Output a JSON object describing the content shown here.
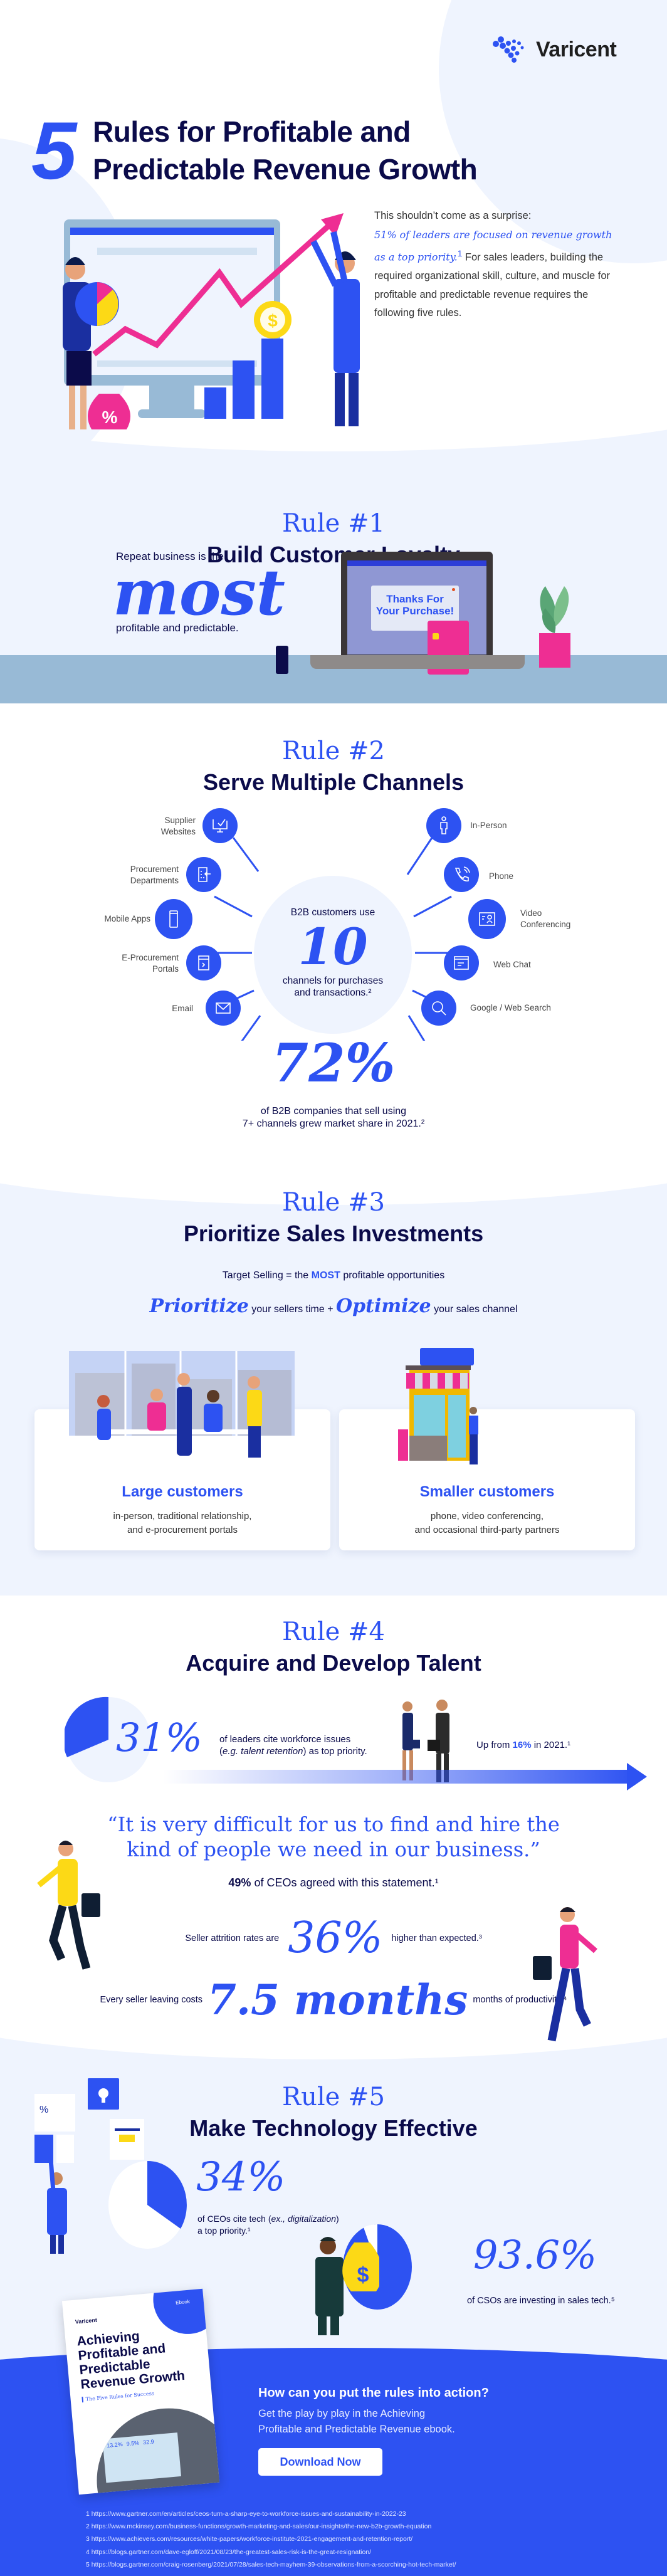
{
  "brand": {
    "name": "Varicent",
    "accent": "#2d52f2",
    "navy": "#0b0b4a",
    "pink": "#ee2e93",
    "yellow": "#fcd916"
  },
  "hero": {
    "number": "5",
    "title_line1": "Rules for Profitable and",
    "title_line2": "Predictable Revenue Growth",
    "intro_plain": "This shouldn’t come as a surprise:",
    "intro_emphasis": "51% of leaders are focused on revenue growth as a top priority.",
    "intro_sup": "1",
    "intro_rest": " For sales leaders, building the required organizational skill, culture, and muscle for profitable and predictable revenue requires the following five rules.",
    "illustration": {
      "pie_label": "",
      "coin_symbol": "$",
      "bag_symbol": "%"
    }
  },
  "rule1": {
    "number": "Rule #1",
    "title": "Build Customer Loyalty",
    "lead": "Repeat business is the",
    "highlight": "most",
    "tail": "profitable and predictable.",
    "screen_popup_line1": "Thanks For",
    "screen_popup_line2": "Your Purchase!"
  },
  "rule2": {
    "number": "Rule #2",
    "title": "Serve Multiple Channels",
    "center_top": "B2B customers use",
    "center_number": "10",
    "center_bottom_line1": "channels for purchases",
    "center_bottom_line2": "and transactions.²",
    "channels_left": [
      {
        "label_line1": "Supplier",
        "label_line2": "Websites",
        "icon": "monitor-check-icon"
      },
      {
        "label_line1": "Procurement",
        "label_line2": "Departments",
        "icon": "building-arrow-icon"
      },
      {
        "label_line1": "Mobile Apps",
        "label_line2": "",
        "icon": "smartphone-icon"
      },
      {
        "label_line1": "E-Procurement",
        "label_line2": "Portals",
        "icon": "portal-window-icon"
      },
      {
        "label_line1": "Email",
        "label_line2": "",
        "icon": "envelope-icon"
      }
    ],
    "channels_right": [
      {
        "label_line1": "In-Person",
        "label_line2": "",
        "icon": "person-icon"
      },
      {
        "label_line1": "Phone",
        "label_line2": "",
        "icon": "phone-icon"
      },
      {
        "label_line1": "Video",
        "label_line2": "Conferencing",
        "icon": "video-card-icon"
      },
      {
        "label_line1": "Web Chat",
        "label_line2": "",
        "icon": "chat-window-icon"
      },
      {
        "label_line1": "Google / Web Search",
        "label_line2": "",
        "icon": "magnifier-icon"
      }
    ],
    "stat_value": "72%",
    "stat_line1": "of B2B companies that sell using",
    "stat_line2": "7+ channels grew market share in 2021.²"
  },
  "rule3": {
    "number": "Rule #3",
    "title": "Prioritize Sales Investments",
    "equation_pre": "Target Selling = the ",
    "equation_bold": "MOST",
    "equation_post": " profitable opportunities",
    "word1": "Prioritize",
    "phrase1": "your sellers time +",
    "word2": "Optimize",
    "phrase2": "your sales channel",
    "cards": [
      {
        "title": "Large customers",
        "line1": "in-person, traditional relationship,",
        "line2": "and e-procurement portals"
      },
      {
        "title": "Smaller customers",
        "line1": "phone, video conferencing,",
        "line2": "and occasional third-party partners"
      }
    ]
  },
  "rule4": {
    "number": "Rule #4",
    "title": "Acquire and Develop Talent",
    "stat1_value": "31%",
    "stat1_line1": "of leaders cite workforce issues",
    "stat1_line2_pre": "(",
    "stat1_line2_em": "e.g. talent retention",
    "stat1_line2_post": ") as top priority.",
    "up_pre": "Up from ",
    "up_value": "16%",
    "up_post": " in 2021.¹",
    "quote_line1": "“It is very difficult for us to find and hire the",
    "quote_line2": "kind of people we need in our business.”",
    "ceo_bold": "49%",
    "ceo_rest": " of CEOs agreed with this statement.¹",
    "attrition_pre": "Seller attrition rates are",
    "attrition_value": "36%",
    "attrition_post": "higher than expected.³",
    "cost_pre": "Every seller leaving costs",
    "cost_value": "7.5 months",
    "cost_post": "months of productivity.⁴"
  },
  "rule5": {
    "number": "Rule #5",
    "title": "Make Technology Effective",
    "stat1_value": "34%",
    "stat1_line1_pre": "of CEOs cite tech (",
    "stat1_line1_em": "ex., digitalization",
    "stat1_line1_post": ")",
    "stat1_line2": "a top priority.¹",
    "stat2_value": "93.6%",
    "stat2_text": "of CSOs are investing in sales tech.⁵"
  },
  "cta": {
    "ebook_badge": "Ebook",
    "ebook_brand": "Varicent",
    "ebook_title_lines": [
      "Achieving",
      "Profitable and",
      "Predictable",
      "Revenue Growth"
    ],
    "ebook_subtitle": "The Five Rules for Success",
    "ebook_screen_values": [
      "13.2%",
      "9.5%",
      "32.9"
    ],
    "heading": "How can you put the rules into action?",
    "body_line1": "Get the play by play in the Achieving",
    "body_line2": "Profitable and Predictable Revenue ebook.",
    "button_label": "Download Now"
  },
  "footnotes": [
    "1 https://www.gartner.com/en/articles/ceos-turn-a-sharp-eye-to-workforce-issues-and-sustainability-in-2022-23",
    "2 https://www.mckinsey.com/business-functions/growth-marketing-and-sales/our-insights/the-new-b2b-growth-equation",
    "3 https://www.achievers.com/resources/white-papers/workforce-institute-2021-engagement-and-retention-report/",
    "4 https://blogs.gartner.com/dave-egloff/2021/08/23/the-greatest-sales-risk-is-the-great-resignation/",
    "5 https://blogs.gartner.com/craig-rosenberg/2021/07/28/sales-tech-mayhem-39-observations-from-a-scorching-hot-tech-market/"
  ]
}
